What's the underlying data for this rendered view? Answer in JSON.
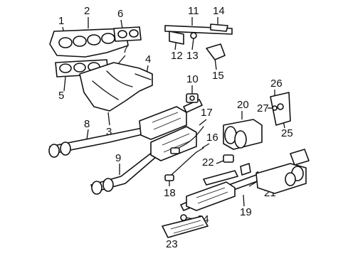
{
  "diagram": {
    "callouts": [
      {
        "id": "c1",
        "text": "1"
      },
      {
        "id": "c2",
        "text": "2"
      },
      {
        "id": "c3",
        "text": "3"
      },
      {
        "id": "c4",
        "text": "4"
      },
      {
        "id": "c5",
        "text": "5"
      },
      {
        "id": "c6",
        "text": "6"
      },
      {
        "id": "c7",
        "text": "7"
      },
      {
        "id": "c8",
        "text": "8"
      },
      {
        "id": "c9",
        "text": "9"
      },
      {
        "id": "c10",
        "text": "10"
      },
      {
        "id": "c11",
        "text": "11"
      },
      {
        "id": "c12",
        "text": "12"
      },
      {
        "id": "c13",
        "text": "13"
      },
      {
        "id": "c14",
        "text": "14"
      },
      {
        "id": "c15",
        "text": "15"
      },
      {
        "id": "c16",
        "text": "16"
      },
      {
        "id": "c17a",
        "text": "17"
      },
      {
        "id": "c17b",
        "text": "17"
      },
      {
        "id": "c18",
        "text": "18"
      },
      {
        "id": "c19",
        "text": "19"
      },
      {
        "id": "c20",
        "text": "20"
      },
      {
        "id": "c21",
        "text": "21"
      },
      {
        "id": "c22",
        "text": "22"
      },
      {
        "id": "c23",
        "text": "23"
      },
      {
        "id": "c24",
        "text": "24"
      },
      {
        "id": "c25",
        "text": "25"
      },
      {
        "id": "c26",
        "text": "26"
      },
      {
        "id": "c27",
        "text": "27"
      }
    ]
  }
}
